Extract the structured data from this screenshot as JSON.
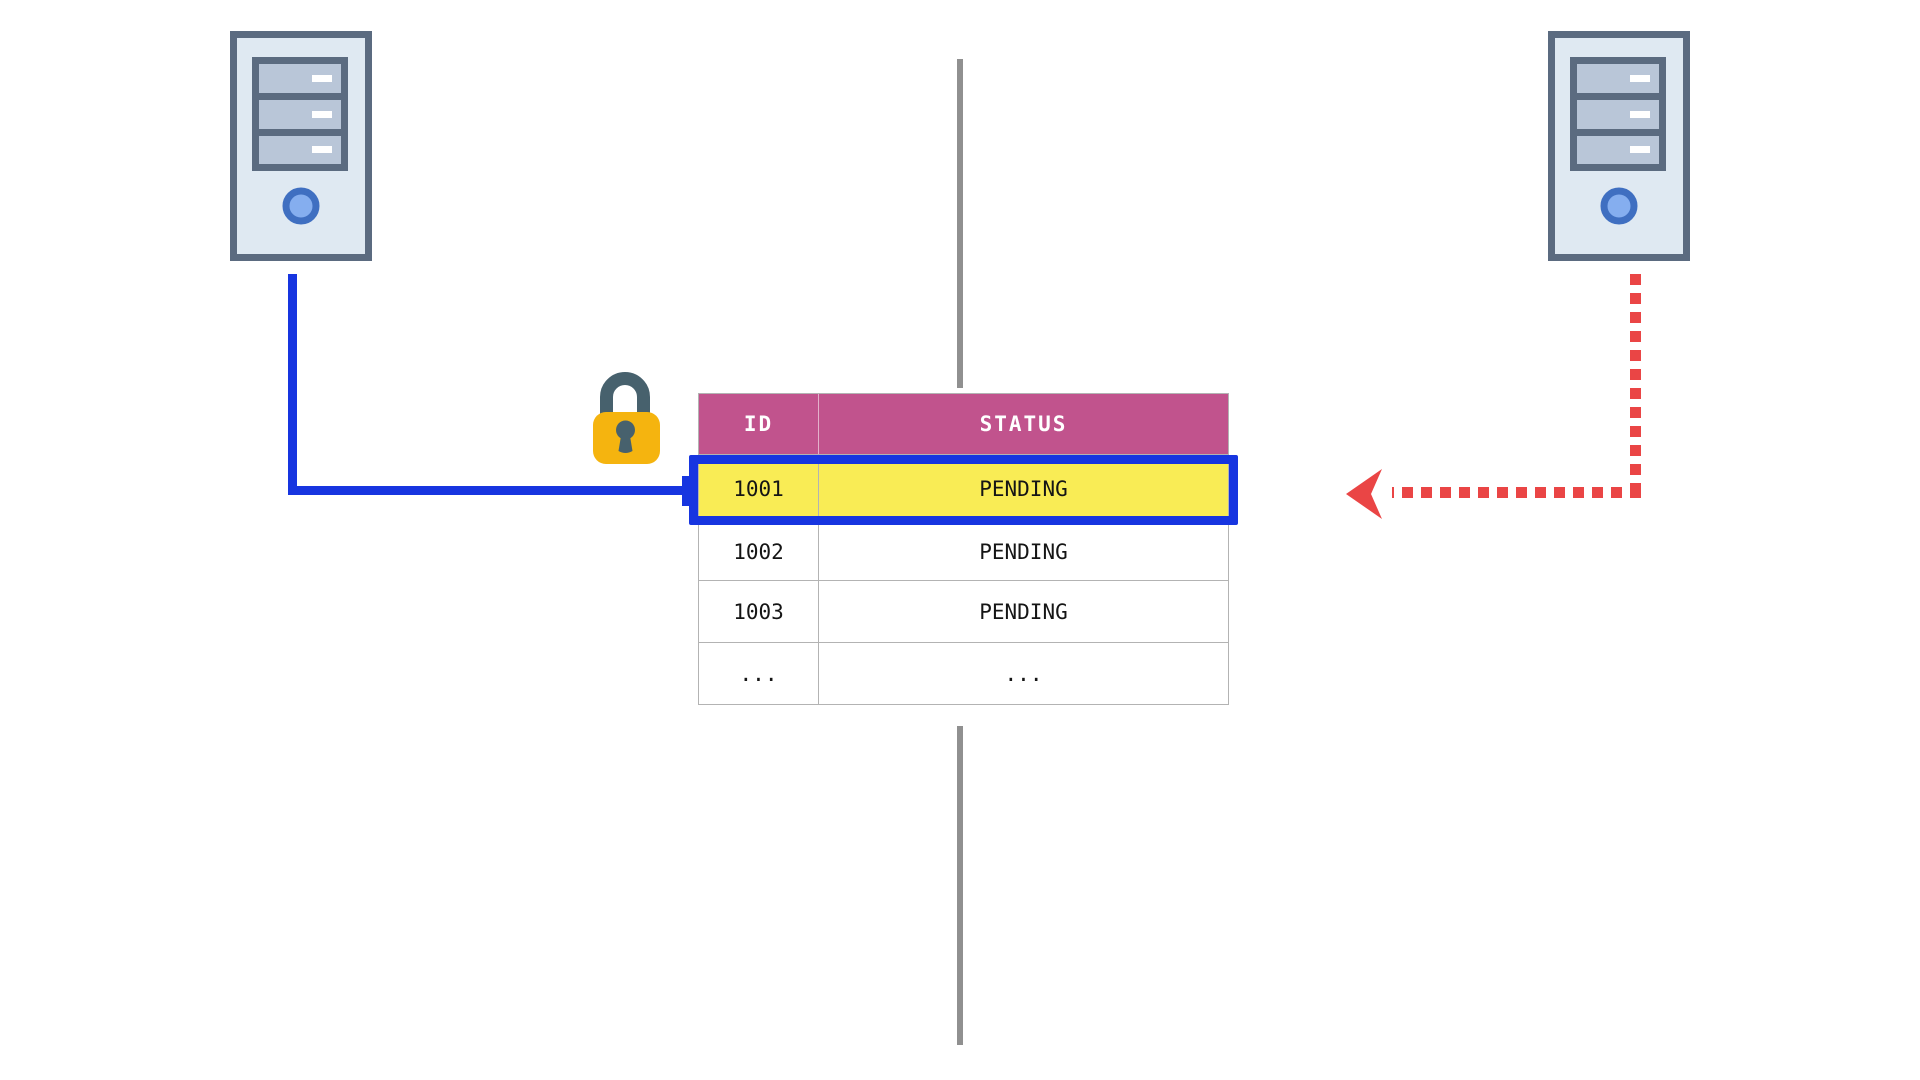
{
  "table": {
    "columns": [
      "ID",
      "STATUS"
    ],
    "rows": [
      {
        "id": "1001",
        "status": "PENDING",
        "highlighted": true
      },
      {
        "id": "1002",
        "status": "PENDING",
        "highlighted": false
      },
      {
        "id": "1003",
        "status": "PENDING",
        "highlighted": false
      },
      {
        "id": "...",
        "status": "...",
        "highlighted": false
      }
    ]
  },
  "icons": {
    "server_left": "server-icon",
    "server_right": "server-icon",
    "lock": "lock-icon",
    "arrow": "arrow-left-icon"
  },
  "colors": {
    "header_bg": "#c1538d",
    "header_text": "#ffffff",
    "highlight_row_bg": "#f9ec55",
    "lock_holder_line": "#1735e0",
    "blocked_line": "#ea4545",
    "session_divider": "#909090",
    "table_border": "#b3b3b3",
    "server_outline": "#5b6b80",
    "server_body": "#dfe9f2",
    "server_bay": "#b9c6d8",
    "server_button": "#85aeef",
    "lock_body": "#f5b40f",
    "lock_shackle": "#47616d"
  }
}
